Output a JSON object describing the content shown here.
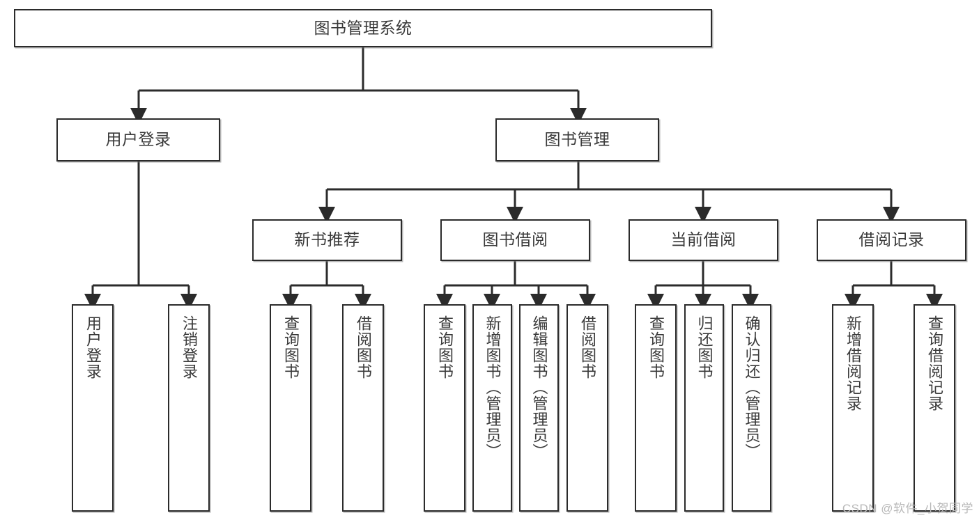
{
  "diagram": {
    "title": "图书管理系统",
    "type": "tree",
    "watermark": "CSDN @软件_小贺同学",
    "colors": {
      "border": "#2b2b2b",
      "text": "#3a3a3a",
      "background": "#ffffff",
      "edge": "#2b2b2b",
      "watermark": "#b9b9b9"
    }
  },
  "nodes": {
    "root": {
      "label": "图书管理系统"
    },
    "level2": [
      {
        "label": "用户登录"
      },
      {
        "label": "图书管理"
      }
    ],
    "level3": [
      {
        "label": "新书推荐"
      },
      {
        "label": "图书借阅"
      },
      {
        "label": "当前借阅"
      },
      {
        "label": "借阅记录"
      }
    ],
    "leaves": {
      "user_login": [
        {
          "label": "用户登录"
        },
        {
          "label": "注销登录"
        }
      ],
      "new_book": [
        {
          "label": "查询图书"
        },
        {
          "label": "借阅图书"
        }
      ],
      "borrow": [
        {
          "label": "查询图书"
        },
        {
          "label": "新增图书（管理员）"
        },
        {
          "label": "编辑图书（管理员）"
        },
        {
          "label": "借阅图书"
        }
      ],
      "current": [
        {
          "label": "查询图书"
        },
        {
          "label": "归还图书"
        },
        {
          "label": "确认归还（管理员）"
        }
      ],
      "records": [
        {
          "label": "新增借阅记录"
        },
        {
          "label": "查询借阅记录"
        }
      ]
    }
  }
}
